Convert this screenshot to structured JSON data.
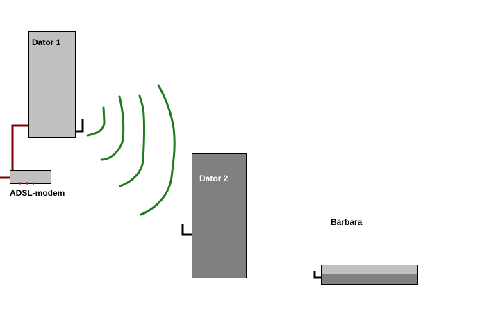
{
  "labels": {
    "dator1": "Dator 1",
    "dator2": "Dator 2",
    "modem": "ADSL-modem",
    "barbara": "Bärbara"
  },
  "colors": {
    "dator1_fill": "#c0c0c0",
    "dator2_fill": "#808080",
    "modem_fill": "#c0c0c0",
    "laptop_top": "#c0c0c0",
    "laptop_bottom": "#808080",
    "cable": "#800000",
    "antenna": "#000000",
    "signal": "#1e7b1e"
  }
}
